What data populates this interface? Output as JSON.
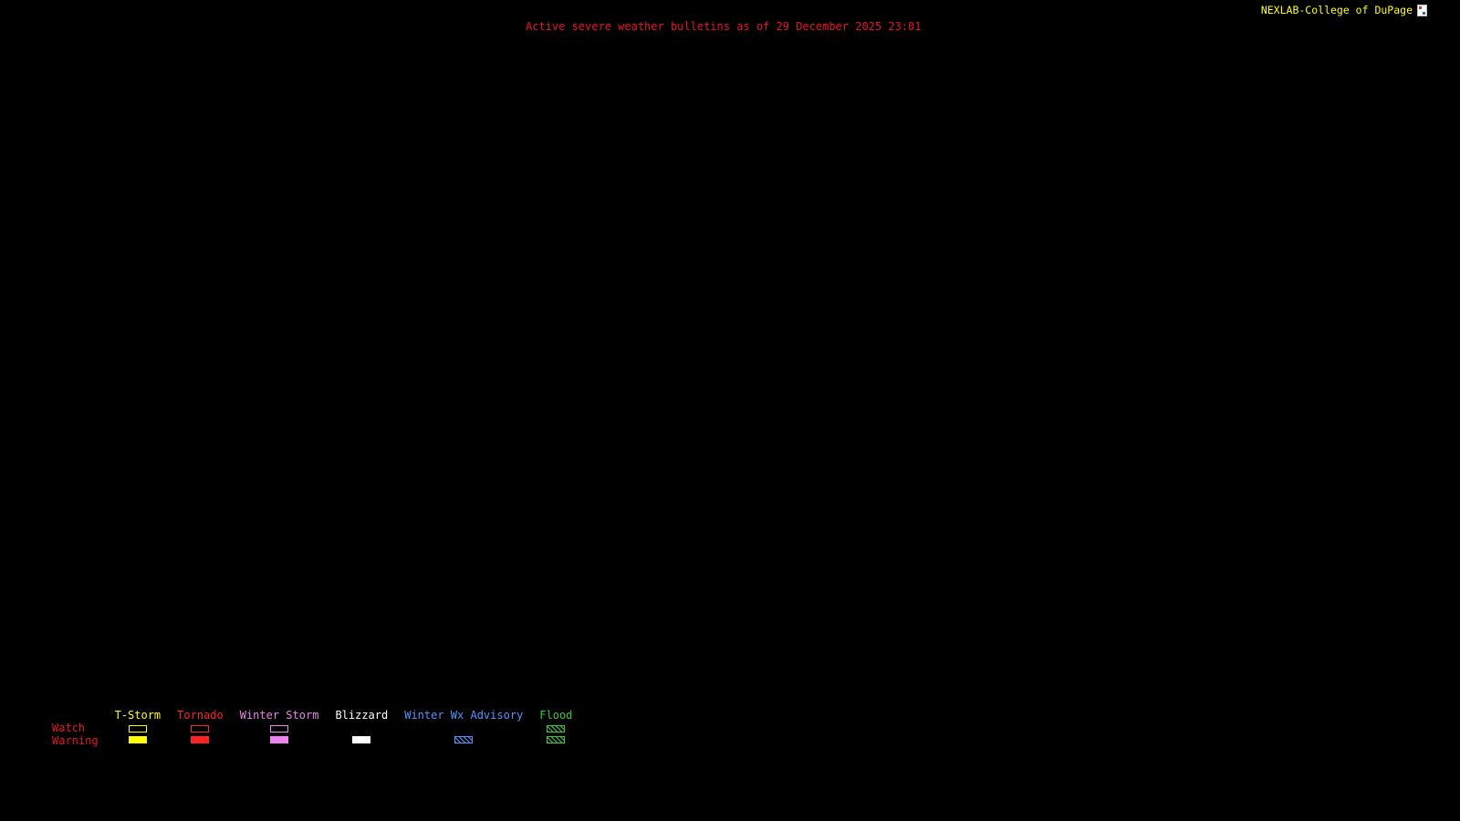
{
  "page": {
    "background": "#000000"
  },
  "header": {
    "brand": "NEXLAB-College of DuPage",
    "brand_color": "#ffff00",
    "title": "Active severe weather bulletins as of 29 December 2025 23:01",
    "title_color": "#e8112d"
  },
  "legend": {
    "watch_label": "Watch",
    "warning_label": "Warning",
    "row_label_color": "#e8112d",
    "columns": [
      {
        "label": "T-Storm",
        "color": "#ffff00",
        "watch": "outline",
        "warning": "fill"
      },
      {
        "label": "Tornado",
        "color": "#ff2222",
        "watch": "outline",
        "warning": "fill"
      },
      {
        "label": "Winter Storm",
        "color": "#ee82ee",
        "watch": "outline",
        "warning": "fill"
      },
      {
        "label": "Blizzard",
        "color": "#ffffff",
        "watch": "none",
        "warning": "fill"
      },
      {
        "label": "Winter Wx Advisory",
        "color": "#4f94ff",
        "watch": "none",
        "warning": "hatch"
      },
      {
        "label": "Flood",
        "color": "#32cd32",
        "watch": "hatch",
        "warning": "hatch"
      }
    ]
  }
}
